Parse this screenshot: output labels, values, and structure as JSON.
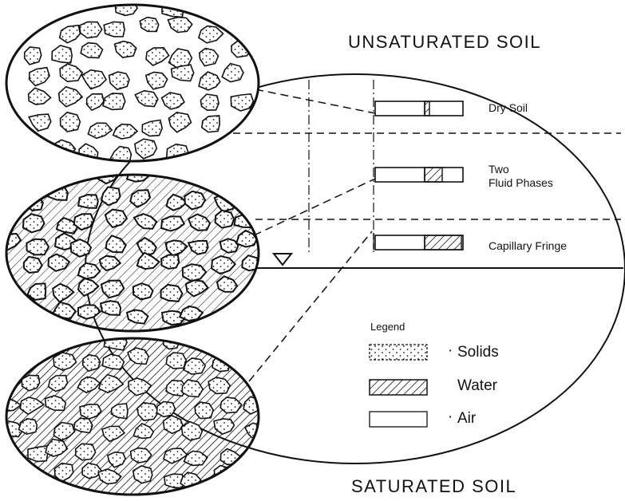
{
  "titles": {
    "top": "UNSATURATED SOIL",
    "bottom": "SATURATED SOIL"
  },
  "layers": [
    {
      "name": "dry-soil",
      "label": "Dry Soil",
      "water_fraction": 0.05
    },
    {
      "name": "two-fluid-phases",
      "label_line1": "Two",
      "label_line2": "Fluid Phases",
      "water_fraction": 0.2
    },
    {
      "name": "capillary-fringe",
      "label": "Capillary Fringe",
      "water_fraction": 0.42
    }
  ],
  "legend": {
    "heading": "Legend",
    "items": [
      {
        "key": "solids",
        "label": "Solids",
        "marker": "·"
      },
      {
        "key": "water",
        "label": "Water",
        "marker": ""
      },
      {
        "key": "air",
        "label": "Air",
        "marker": "·"
      }
    ]
  },
  "symbols": {
    "water_table": "water-table-triangle-icon"
  },
  "colors": {
    "ink": "#111111",
    "paper": "#ffffff"
  }
}
